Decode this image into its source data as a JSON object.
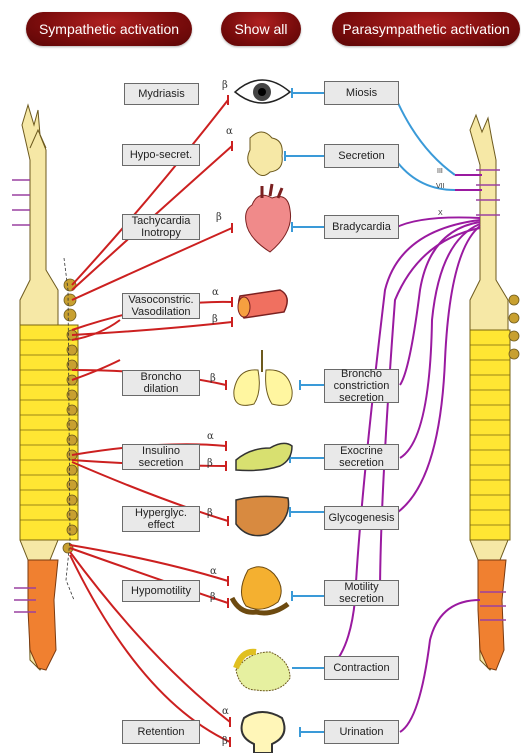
{
  "buttons": {
    "sympathetic": "Sympathetic activation",
    "show_all": "Show all",
    "parasympathetic": "Parasympathetic activation"
  },
  "sympathetic_labels": {
    "mydriasis": "Mydriasis",
    "hyposecretion": "Hypo-secret.",
    "tachycardia": "Tachycardia\nInotropy",
    "vasoconstriction": "Vasoconstric.\nVasodilation",
    "bronchodilation": "Broncho\ndilation",
    "insulin": "Insulino\nsecretion",
    "hyperglycemic": "Hyperglyc.\neffect",
    "hypomotility": "Hypomotility",
    "retention": "Retention"
  },
  "parasympathetic_labels": {
    "miosis": "Miosis",
    "secretion": "Secretion",
    "bradycardia": "Bradycardia",
    "bronchoconstriction": "Broncho\nconstriction\nsecretion",
    "exocrine": "Exocrine\nsecretion",
    "glycogenesis": "Glycogenesis",
    "motility": "Motility\nsecretion",
    "contraction": "Contraction",
    "urination": "Urination"
  },
  "receptors": {
    "alpha": "α",
    "beta": "β"
  },
  "cranial_nerves": {
    "iii": "III",
    "vii": "VII",
    "x": "X"
  },
  "colors": {
    "sympathetic": "#cc2020",
    "parasympathetic": "#9a1aa0",
    "organ_link": "#3a9ad8",
    "button": "#7a0c0c"
  }
}
